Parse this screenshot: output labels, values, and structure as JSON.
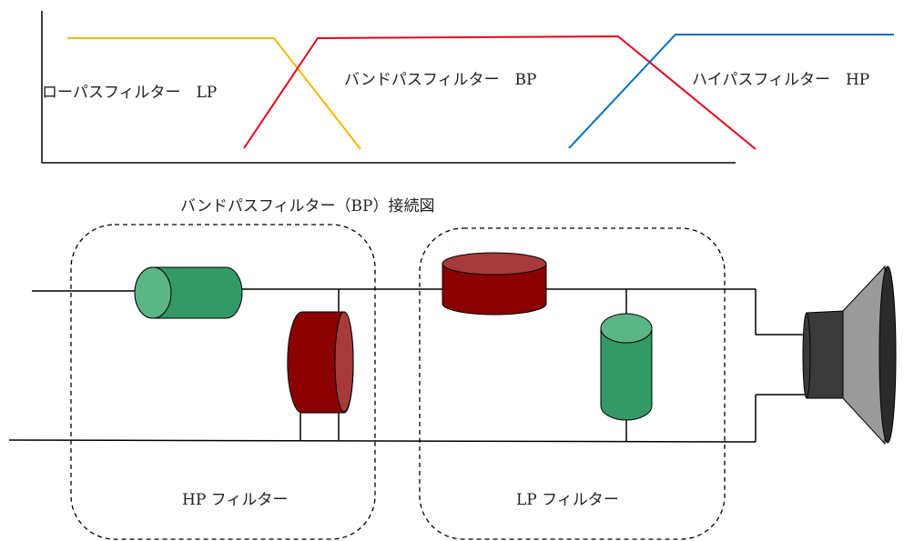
{
  "response": {
    "labels": {
      "lp": "ローパスフィルター　LP",
      "bp": "バンドパスフィルター　BP",
      "hp": "ハイパスフィルター　HP"
    },
    "colors": {
      "lp": "#f5b800",
      "bp": "#e8001c",
      "hp": "#0070c0"
    }
  },
  "circuit": {
    "title": "バンドパスフィルター（BP）接続図",
    "hp_group_label": "HP フィルター",
    "lp_group_label": "LP フィルター",
    "colors": {
      "inductor": "#339966",
      "inductor_face": "#5cb584",
      "capacitor": "#8b0000",
      "capacitor_face": "#a63a3a",
      "speaker_body": "#3a3a3a",
      "speaker_cone": "#9a9a9a"
    }
  }
}
